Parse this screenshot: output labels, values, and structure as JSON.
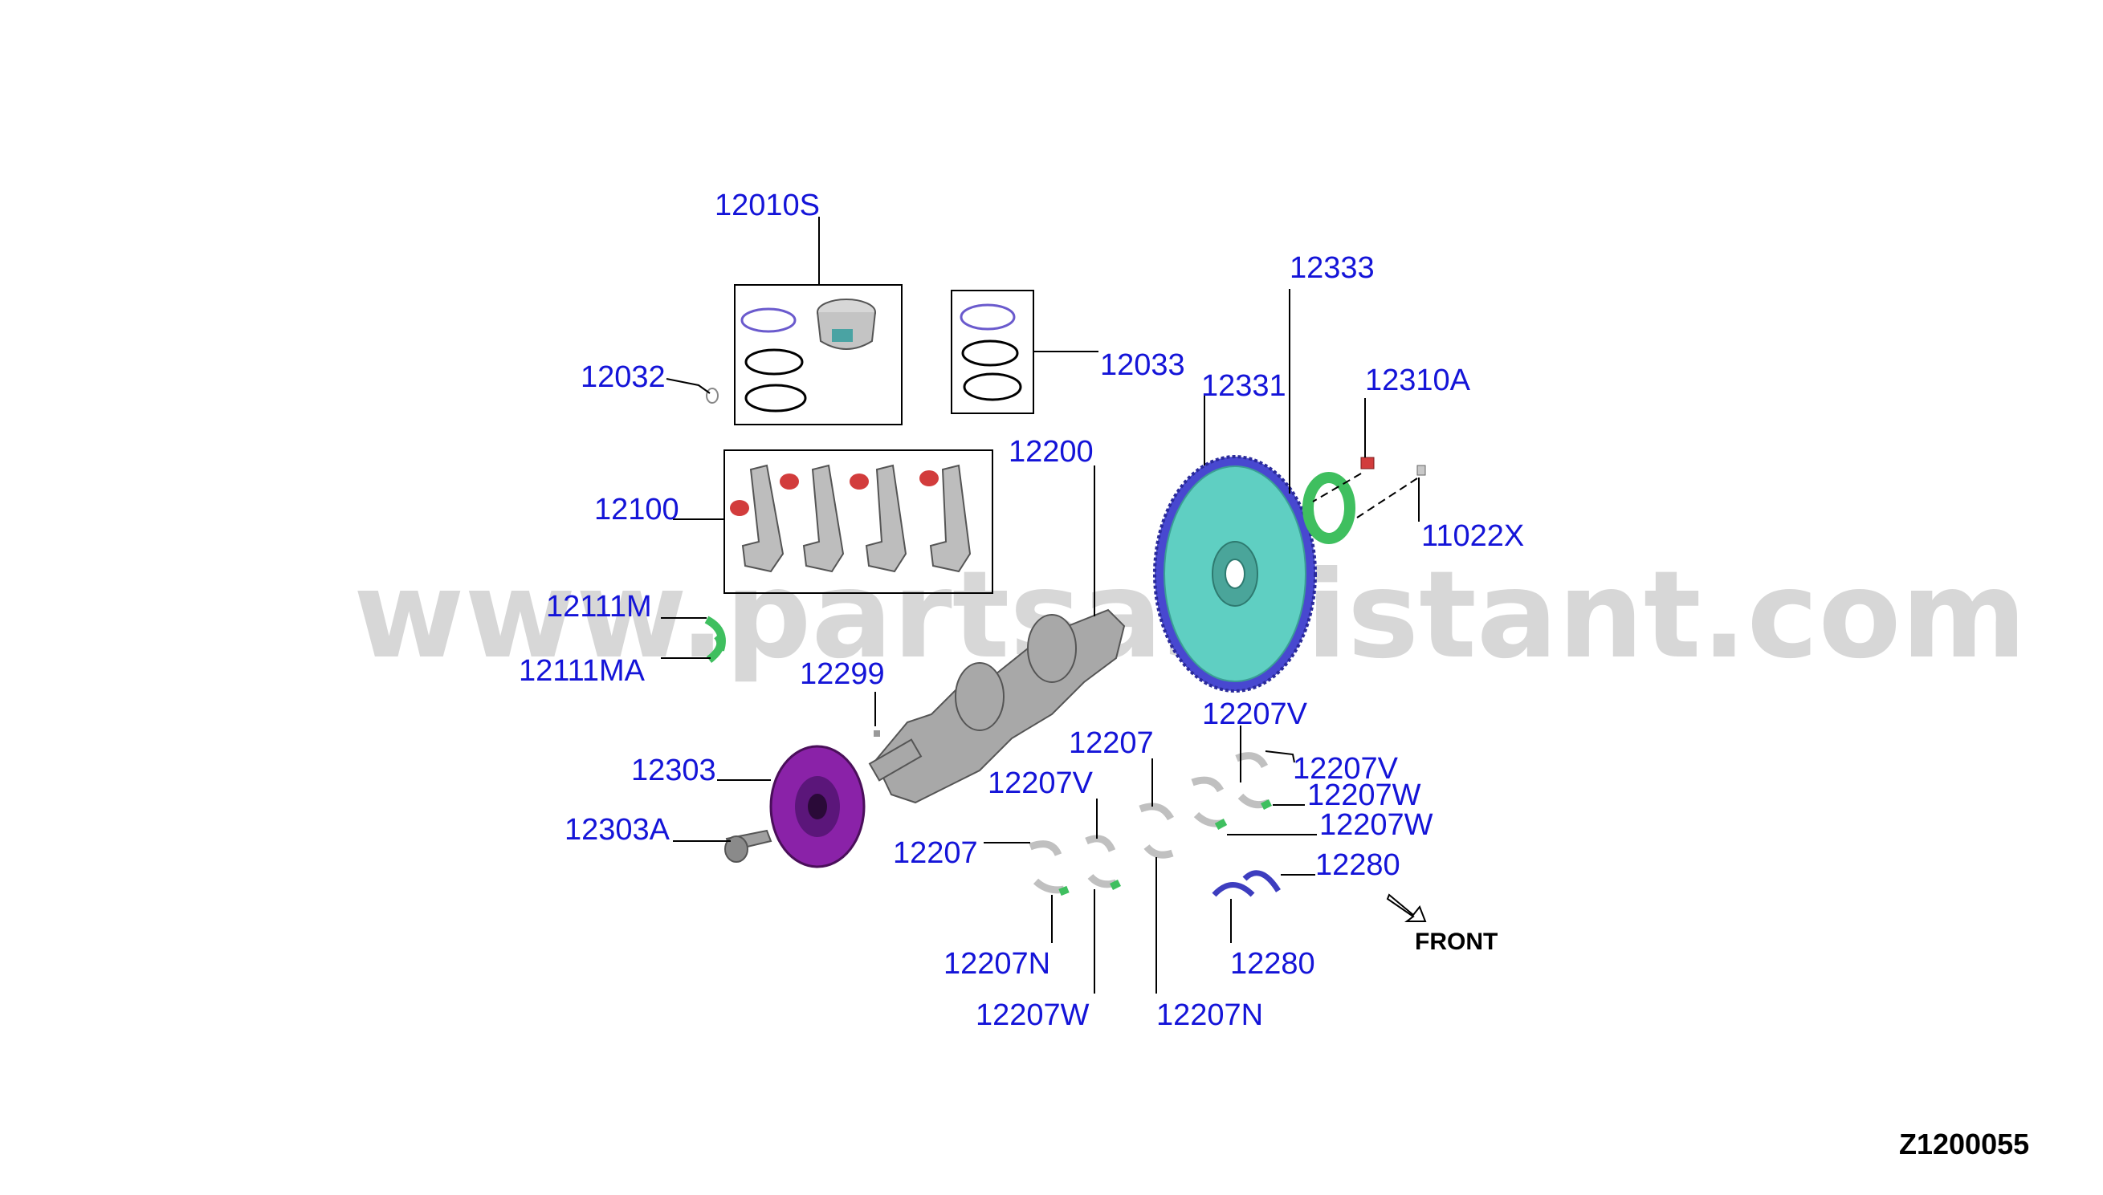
{
  "diagram": {
    "watermark": "www.partsassistant.com",
    "code": "Z1200055",
    "front_label": "FRONT",
    "labels": [
      {
        "id": "12010S",
        "text": "12010S"
      },
      {
        "id": "12032",
        "text": "12032"
      },
      {
        "id": "12033",
        "text": "12033"
      },
      {
        "id": "12100",
        "text": "12100"
      },
      {
        "id": "12200",
        "text": "12200"
      },
      {
        "id": "12333",
        "text": "12333"
      },
      {
        "id": "12331",
        "text": "12331"
      },
      {
        "id": "12310A",
        "text": "12310A"
      },
      {
        "id": "11022X",
        "text": "11022X"
      },
      {
        "id": "12111M",
        "text": "12111M"
      },
      {
        "id": "12111MA",
        "text": "12111MA"
      },
      {
        "id": "12299",
        "text": "12299"
      },
      {
        "id": "12303",
        "text": "12303"
      },
      {
        "id": "12303A",
        "text": "12303A"
      },
      {
        "id": "12207V_top",
        "text": "12207V"
      },
      {
        "id": "12207_top",
        "text": "12207"
      },
      {
        "id": "12207V_right",
        "text": "12207V"
      },
      {
        "id": "12207W_right1",
        "text": "12207W"
      },
      {
        "id": "12207W_right2",
        "text": "12207W"
      },
      {
        "id": "12207V_left",
        "text": "12207V"
      },
      {
        "id": "12207_left",
        "text": "12207"
      },
      {
        "id": "12280_top",
        "text": "12280"
      },
      {
        "id": "12280_bottom",
        "text": "12280"
      },
      {
        "id": "12207N_left",
        "text": "12207N"
      },
      {
        "id": "12207W_bottom",
        "text": "12207W"
      },
      {
        "id": "12207N_bottom",
        "text": "12207N"
      }
    ]
  },
  "colors": {
    "label": "#1414d8",
    "flywheel_face": "#5fcfc2",
    "flywheel_ring": "#4848d0",
    "pulley": "#8a22a8",
    "bearing_green": "#3fbf5f",
    "piston_pin": "#d23c3c",
    "steel": "#9a9a9a"
  }
}
